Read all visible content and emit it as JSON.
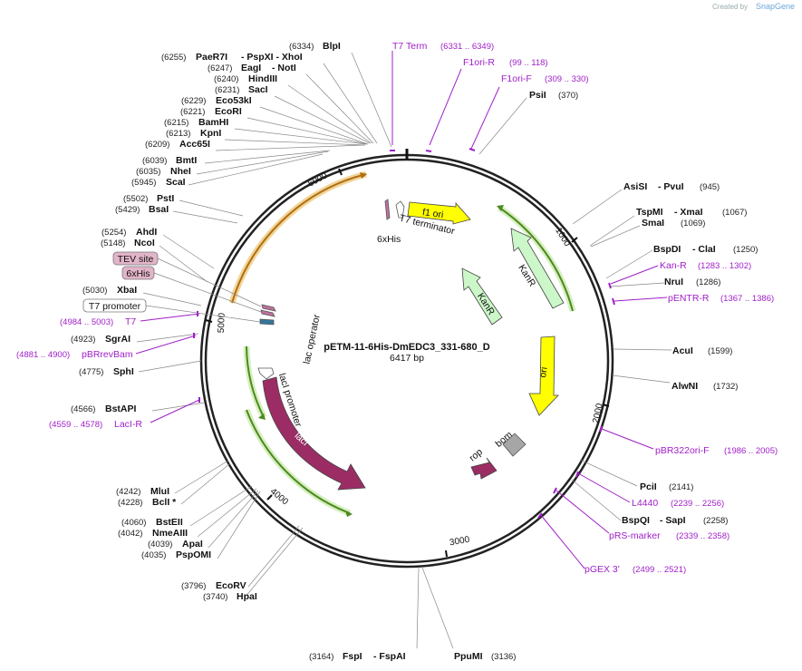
{
  "watermark": {
    "created_by": "Created by",
    "brand": "SnapGene"
  },
  "plasmid": {
    "name": "pETM-11-6His-DmEDC3_331-680_D",
    "size": "6417 bp"
  },
  "ticks": [
    "1000",
    "2000",
    "3000",
    "4000",
    "5000",
    "6000"
  ],
  "enzymes": [
    {
      "pos": "(6334)",
      "name": "BlpI"
    },
    {
      "pos": "(6255)",
      "name": "PaeR7I",
      "extra": "- PspXI  - XhoI"
    },
    {
      "pos": "(6247)",
      "name": "EagI",
      "extra": "- NotI"
    },
    {
      "pos": "(6240)",
      "name": "HindIII"
    },
    {
      "pos": "(6231)",
      "name": "SacI"
    },
    {
      "pos": "(6229)",
      "name": "Eco53kI"
    },
    {
      "pos": "(6221)",
      "name": "EcoRI"
    },
    {
      "pos": "(6215)",
      "name": "BamHI"
    },
    {
      "pos": "(6213)",
      "name": "KpnI"
    },
    {
      "pos": "(6209)",
      "name": "Acc65I"
    },
    {
      "pos": "(6039)",
      "name": "BmtI"
    },
    {
      "pos": "(6035)",
      "name": "NheI"
    },
    {
      "pos": "(5945)",
      "name": "ScaI"
    },
    {
      "pos": "(5502)",
      "name": "PstI"
    },
    {
      "pos": "(5429)",
      "name": "BsaI"
    },
    {
      "pos": "(5254)",
      "name": "AhdI"
    },
    {
      "pos": "(5148)",
      "name": "NcoI"
    },
    {
      "pos": "(5030)",
      "name": "XbaI"
    },
    {
      "pos": "(4923)",
      "name": "SgrAI"
    },
    {
      "pos": "(4775)",
      "name": "SphI"
    },
    {
      "pos": "(4566)",
      "name": "BstAPI"
    },
    {
      "pos": "(4242)",
      "name": "MluI"
    },
    {
      "pos": "(4228)",
      "name": "BclI *"
    },
    {
      "pos": "(4060)",
      "name": "BstEII"
    },
    {
      "pos": "(4042)",
      "name": "NmeAIII"
    },
    {
      "pos": "(4039)",
      "name": "ApaI"
    },
    {
      "pos": "(4035)",
      "name": "PspOMI"
    },
    {
      "pos": "(3796)",
      "name": "EcoRV"
    },
    {
      "pos": "(3740)",
      "name": "HpaI"
    },
    {
      "pos": "(3164)",
      "name": "FspI",
      "extra": "- FspAI"
    },
    {
      "pos": "(3136)",
      "name": "PpuMI"
    },
    {
      "pos": "(370)",
      "name": "PsiI"
    },
    {
      "pos": "(945)",
      "name": "AsiSI",
      "extra": "- PvuI"
    },
    {
      "pos": "(1067)",
      "name": "TspMI",
      "extra": "- XmaI"
    },
    {
      "pos": "(1069)",
      "name": "SmaI"
    },
    {
      "pos": "(1250)",
      "name": "BspDI",
      "extra": "- ClaI"
    },
    {
      "pos": "(1286)",
      "name": "NruI"
    },
    {
      "pos": "(1599)",
      "name": "AcuI"
    },
    {
      "pos": "(1732)",
      "name": "AlwNI"
    },
    {
      "pos": "(2141)",
      "name": "PciI"
    },
    {
      "pos": "(2258)",
      "name": "BspQI",
      "extra": "- SapI"
    }
  ],
  "primers": [
    {
      "name": "T7 Term",
      "range": "(6331 .. 6349)"
    },
    {
      "name": "F1ori-R",
      "range": "(99 .. 118)"
    },
    {
      "name": "F1ori-F",
      "range": "(309 .. 330)"
    },
    {
      "name": "Kan-R",
      "range": "(1283 .. 1302)"
    },
    {
      "name": "pENTR-R",
      "range": "(1367 .. 1386)"
    },
    {
      "name": "pBR322ori-F",
      "range": "(1986 .. 2005)"
    },
    {
      "name": "L4440",
      "range": "(2239 .. 2256)"
    },
    {
      "name": "pRS-marker",
      "range": "(2339 .. 2358)"
    },
    {
      "name": "pGEX 3'",
      "range": "(2499 .. 2521)"
    },
    {
      "name": "T7",
      "range": "(4984 .. 5003)"
    },
    {
      "name": "pBRrevBam",
      "range": "(4881 .. 4900)"
    },
    {
      "name": "LacI-R",
      "range": "(4559 .. 4578)"
    }
  ],
  "boxed_features": [
    "TEV site",
    "6xHis",
    "T7 promoter"
  ],
  "features": {
    "f1ori": "f1 ori",
    "kanr1": "KanR",
    "kanr2": "KanR",
    "ori": "ori",
    "laci": "lacI",
    "rop": "rop",
    "bom": "bom",
    "t7term": "T7 terminator",
    "his": "6xHis",
    "lacop": "lac operator",
    "lacipro": "lacI promoter"
  },
  "colors": {
    "primer": "#a020c8",
    "kanr": "#ccf7c8",
    "f1ori": "#ffff00",
    "ori": "#ffff00",
    "laci": "#9b2d64",
    "rop": "#9b2d64",
    "bom": "#a6a6a6",
    "green_arc": "#6cb83a",
    "orange_arc": "#d8a040",
    "tev": "#e2b4c8"
  }
}
